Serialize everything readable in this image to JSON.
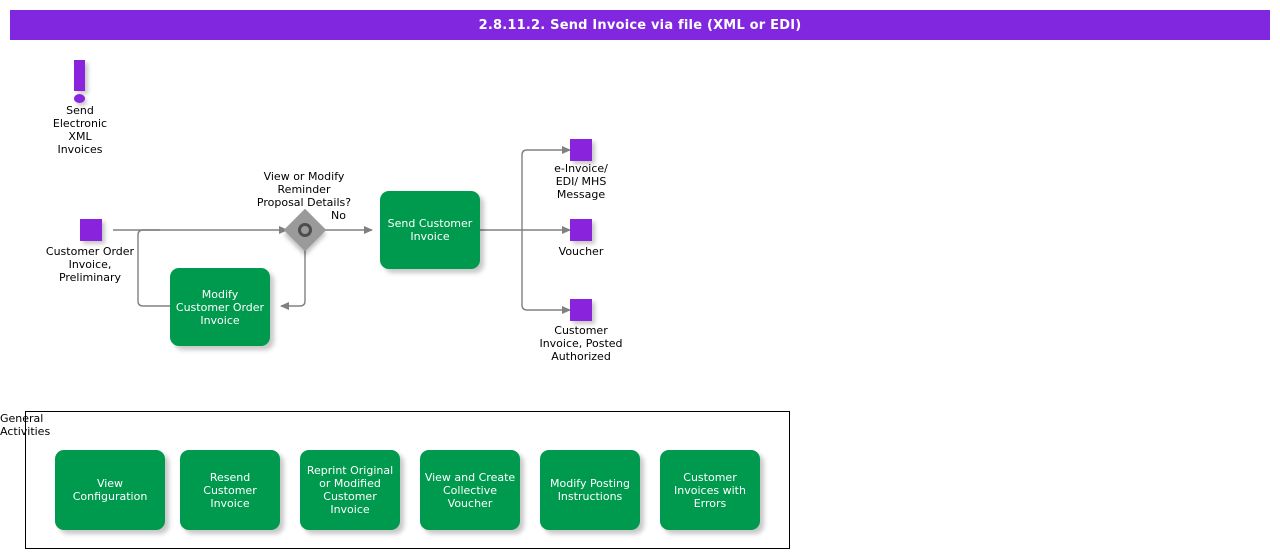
{
  "title": {
    "text": "2.8.11.2. Send Invoice via file (XML or EDI)",
    "bar_color": "#8227e0",
    "text_color": "#ffffff"
  },
  "colors": {
    "accent_purple": "#8227e0",
    "message_purple": "#8a24dc",
    "activity_green": "#009a4e",
    "gateway_gray": "#9a9a9a",
    "gateway_ring": "#4d4d4d",
    "edge_gray": "#808080",
    "group_border": "#000000"
  },
  "diagram": {
    "start_event": {
      "icon": "exclamation-icon",
      "label": "Send\nElectronic\nXML\nInvoices"
    },
    "inputs": [
      {
        "icon": "message-square-icon",
        "label": "Customer Order\nInvoice,\nPreliminary"
      }
    ],
    "gateway": {
      "icon": "decision-diamond-icon",
      "question": "View or Modify\nReminder\nProposal Details?",
      "branch_label": "No"
    },
    "activities": [
      {
        "id": "send-customer-invoice",
        "label": "Send Customer\nInvoice"
      },
      {
        "id": "modify-customer-order-invoice",
        "label": "Modify\nCustomer Order\nInvoice"
      }
    ],
    "outputs": [
      {
        "icon": "message-square-icon",
        "label": "e-Invoice/\nEDI/ MHS\nMessage"
      },
      {
        "icon": "message-square-icon",
        "label": "Voucher"
      },
      {
        "icon": "message-square-icon",
        "label": "Customer\nInvoice, Posted\nAuthorized"
      }
    ]
  },
  "general_activities": {
    "group_label": "General\nActivities",
    "items": [
      {
        "id": "view-configuration",
        "label": "View\nConfiguration"
      },
      {
        "id": "resend-customer-invoice",
        "label": "Resend\nCustomer\nInvoice"
      },
      {
        "id": "reprint-original-or-modified-customer-invoice",
        "label": "Reprint Original\nor Modified\nCustomer\nInvoice"
      },
      {
        "id": "view-and-create-collective-voucher",
        "label": "View and Create\nCollective\nVoucher"
      },
      {
        "id": "modify-posting-instructions",
        "label": "Modify Posting\nInstructions"
      },
      {
        "id": "customer-invoices-with-errors",
        "label": "Customer\nInvoices with\nErrors"
      }
    ]
  }
}
